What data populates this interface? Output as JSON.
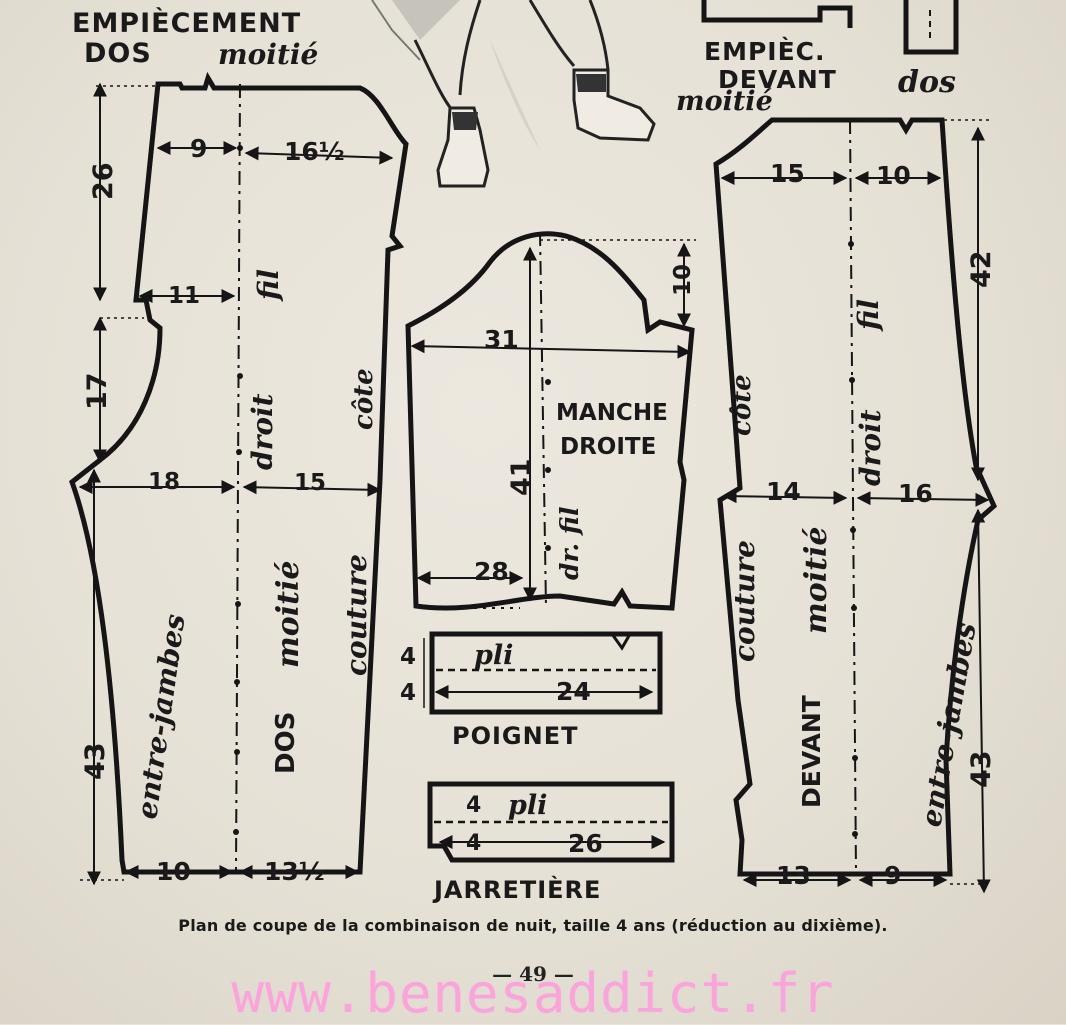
{
  "labels": {
    "empiecement_dos": "EMPIÈCEMENT",
    "dos_word": "DOS",
    "moitie": "moitié",
    "empiec_devant_1": "EMPIÈC.",
    "empiec_devant_2": "DEVANT",
    "dos_right": "dos",
    "manche_1": "MANCHE",
    "manche_2": "DROITE",
    "poignet": "POIGNET",
    "jarretiere": "JARRETIÈRE",
    "dos_piece": "DOS",
    "dos_moitie": "moitié",
    "devant_piece": "DEVANT",
    "devant_moitie": "moitié",
    "couture": "couture",
    "cote": "côte",
    "droit": "droit",
    "fil": "fil",
    "dr_fil": "dr. fil",
    "entre_jambes": "entre-jambes",
    "pli": "pli"
  },
  "dimensions": {
    "back_h_top": "26",
    "back_h_mid": "17",
    "back_h_bottom": "43",
    "back_top_left": "9",
    "back_top_right": "16½",
    "back_mid": "11",
    "back_hip_left": "18",
    "back_hip_right": "15",
    "back_hem_left": "10",
    "back_hem_right": "13½",
    "sleeve_cap": "10",
    "sleeve_width": "31",
    "sleeve_length": "41",
    "sleeve_hem": "28",
    "poignet_h1": "4",
    "poignet_h2": "4",
    "poignet_w": "24",
    "jarretiere_h1": "4",
    "jarretiere_h2": "4",
    "jarretiere_w": "26",
    "front_top_left": "15",
    "front_top_right": "10",
    "front_h_top": "42",
    "front_hip_left": "14",
    "front_hip_right": "16",
    "front_h_bottom": "43",
    "front_hem_left": "13",
    "front_hem_right": "9"
  },
  "caption": "Plan de coupe de la combinaison de nuit, taille 4 ans (réduction au dixième).",
  "page_number": "— 49 —",
  "watermark": "www.benesaddict.fr"
}
